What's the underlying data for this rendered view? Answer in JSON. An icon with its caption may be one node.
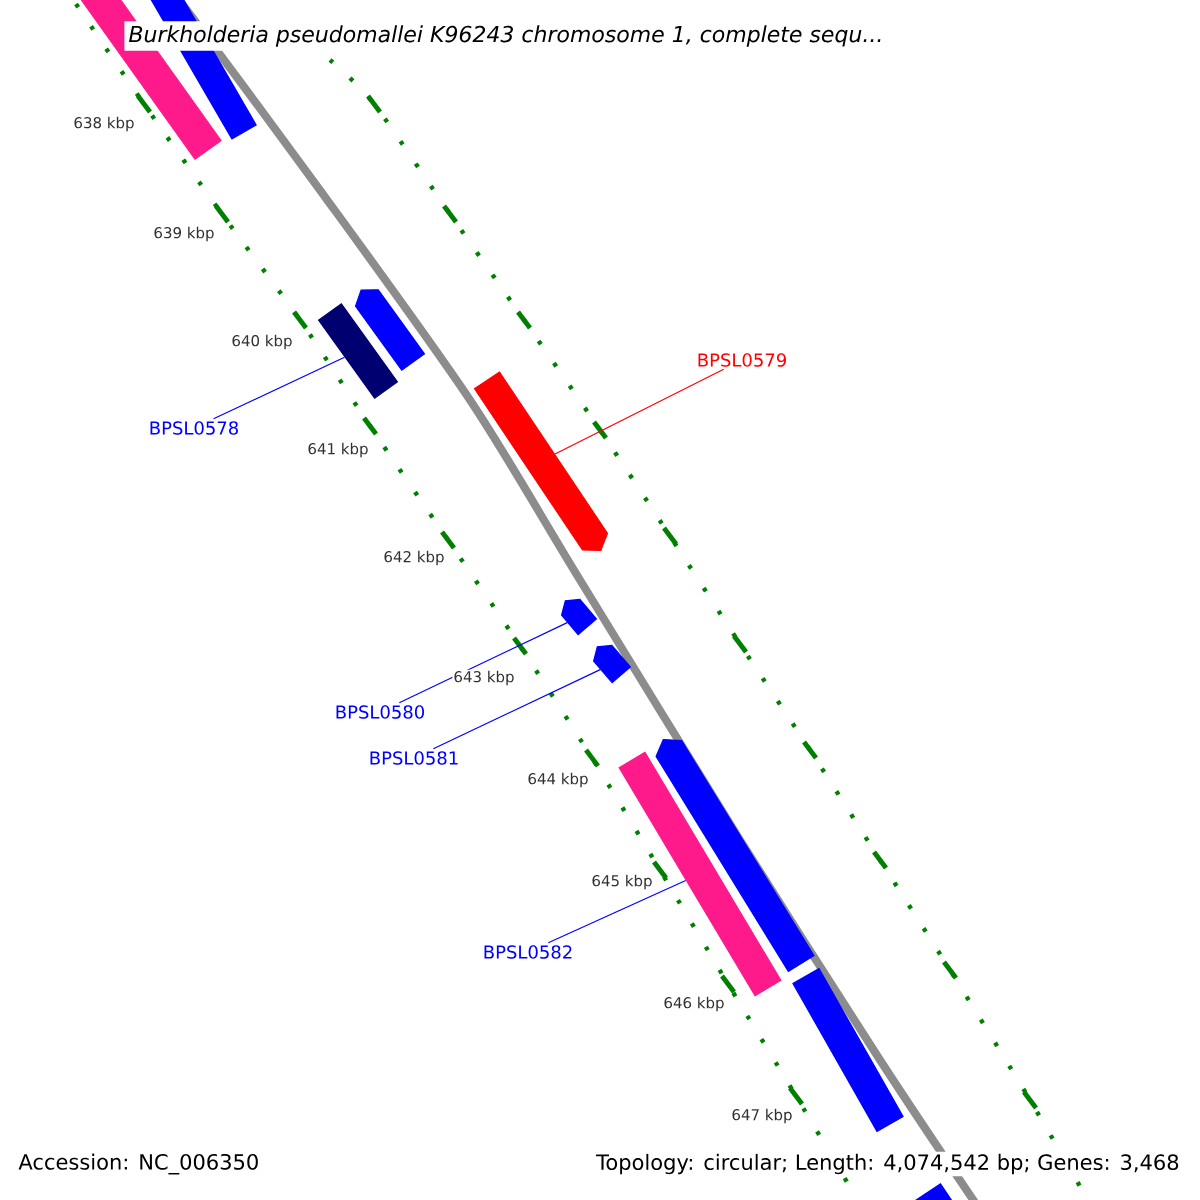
{
  "diagram": {
    "title": "Burkholderia pseudomallei K96243 chromosome 1, complete sequ...",
    "nodes": [
      {
        "text": [],
        "shape": "bar"
      },
      {
        "text": [],
        "shape": "bar"
      },
      {
        "text": [],
        "shape": "bar"
      },
      {
        "text": [],
        "shape": "bar"
      },
      {
        "text": [],
        "shape": "bar"
      },
      {
        "text": [],
        "shape": "bar"
      },
      {
        "text": [],
        "shape": "bar"
      },
      {
        "text": [],
        "shape": "bar"
      },
      {
        "text": [],
        "shape": "bar"
      },
      {
        "text": [],
        "shape": "bar"
      },
      {
        "text": [],
        "shape": "bar"
      },
      {
        "text": [
          "BPSL0579"
        ]
      },
      {
        "text": [
          "BPSL0578"
        ]
      },
      {
        "text": [
          "BPSL0580"
        ]
      },
      {
        "text": [
          "BPSL0581"
        ]
      },
      {
        "text": [
          "BPSL0582"
        ]
      }
    ],
    "edges": [
      {
        "from": 11,
        "to": 4,
        "arrow": "none",
        "color": "#ff0000"
      },
      {
        "from": 12,
        "to": 2,
        "arrow": "none"
      },
      {
        "from": 13,
        "to": 5,
        "arrow": "none"
      },
      {
        "from": 14,
        "to": 6,
        "arrow": "none"
      },
      {
        "from": 15,
        "to": 7,
        "arrow": "none"
      }
    ],
    "labels": [
      "638 kbp",
      "639 kbp",
      "640 kbp",
      "641 kbp",
      "642 kbp",
      "643 kbp",
      "644 kbp",
      "645 kbp",
      "646 kbp",
      "647 kbp",
      "Accession: NC_006350",
      "Topology: circular; Length: 4,074,542 bp; Genes: 3,468"
    ]
  }
}
